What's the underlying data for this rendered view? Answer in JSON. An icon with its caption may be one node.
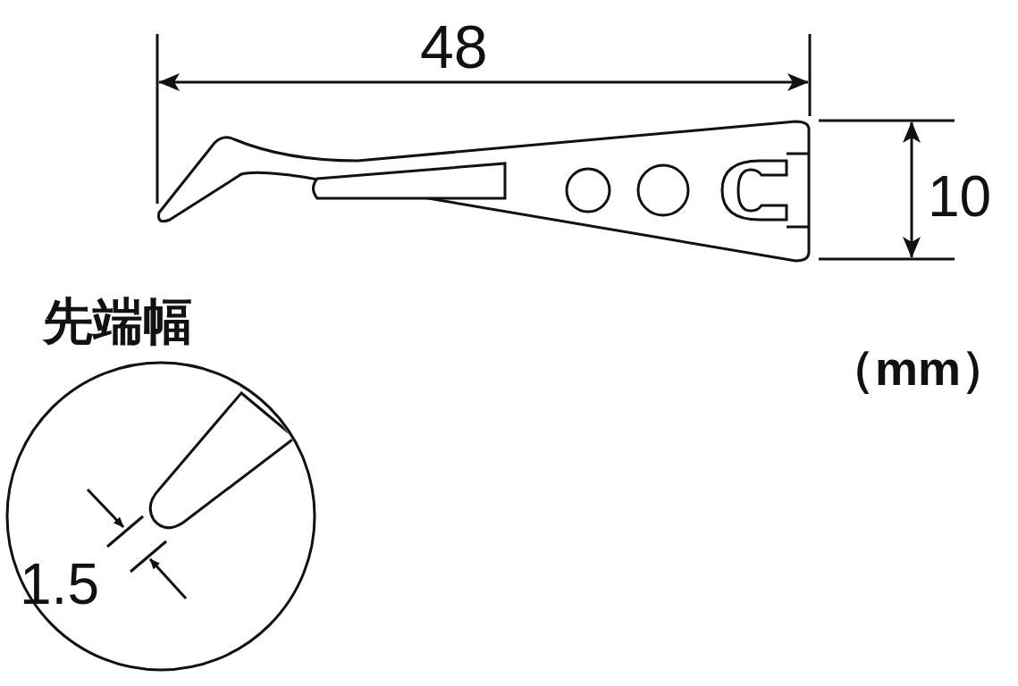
{
  "diagram": {
    "labels": [
      "48",
      "10",
      "先端幅",
      "（mm）",
      "1.5"
    ]
  }
}
